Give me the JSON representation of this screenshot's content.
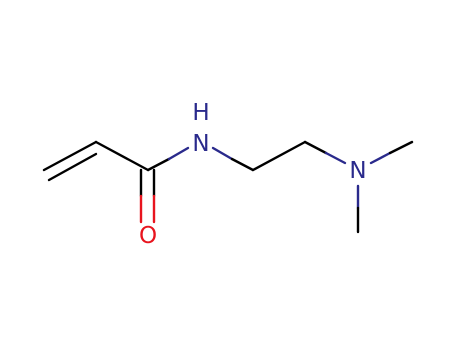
{
  "molecule": {
    "atoms": {
      "nh": {
        "label": "H",
        "color": "#2a2a8c"
      },
      "n_amide": {
        "label": "N",
        "color": "#2a2a8c"
      },
      "o": {
        "label": "O",
        "color": "#e8141e"
      },
      "n_amine": {
        "label": "N",
        "color": "#2a2a8c"
      }
    },
    "bond_color": "#000000"
  }
}
